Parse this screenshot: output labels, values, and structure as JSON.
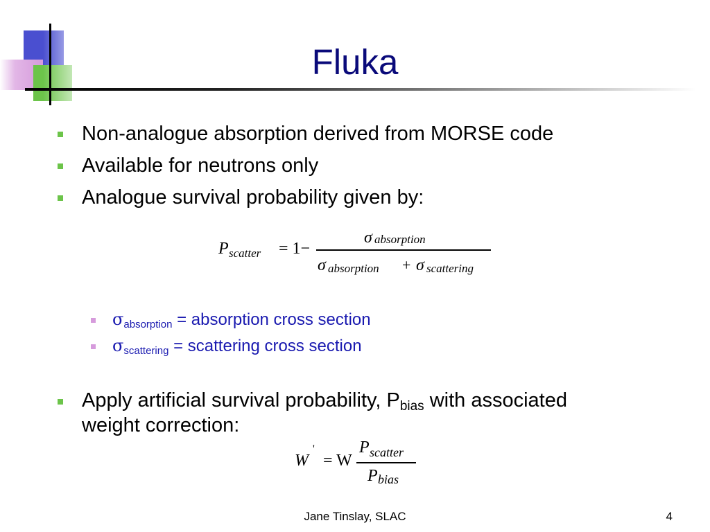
{
  "slide": {
    "title": "Fluka",
    "bullets": [
      "Non-analogue absorption derived from MORSE code",
      "Available for neutrons only",
      "Analogue survival probability given by:"
    ],
    "equation1": {
      "lhs": "P",
      "lhs_sub": "scatter",
      "equals": "= 1−",
      "num_symbol": "σ",
      "num_sub": "absorption",
      "den_symbol1": "σ",
      "den_sub1": "absorption",
      "den_plus": "+",
      "den_symbol2": "σ",
      "den_sub2": "scattering"
    },
    "sub_bullets": [
      {
        "symbol": "σ",
        "subscript": "absorption",
        "rest": " = absorption cross section"
      },
      {
        "symbol": "σ",
        "subscript": "scattering",
        "rest": " = scattering cross section"
      }
    ],
    "bullet4": {
      "text": "Apply artificial survival probability, P",
      "subscript": "bias",
      "text_after": " with associated",
      "line2": "weight correction:"
    },
    "equation2": {
      "lhs": "W",
      "prime": "'",
      "equals": "= W",
      "num": "P",
      "num_sub": "scatter",
      "den": "P",
      "den_sub": "bias"
    },
    "footer": {
      "author": "Jane Tinslay, SLAC",
      "page_number": "4"
    }
  },
  "colors": {
    "title": "#0a0a7a",
    "bullet": "#6cc44a",
    "sub_bullet": "#d69bdc",
    "sub_text": "#1a1ab0",
    "deco_blue": "#4a4fd0",
    "deco_green": "#6cc44a"
  }
}
